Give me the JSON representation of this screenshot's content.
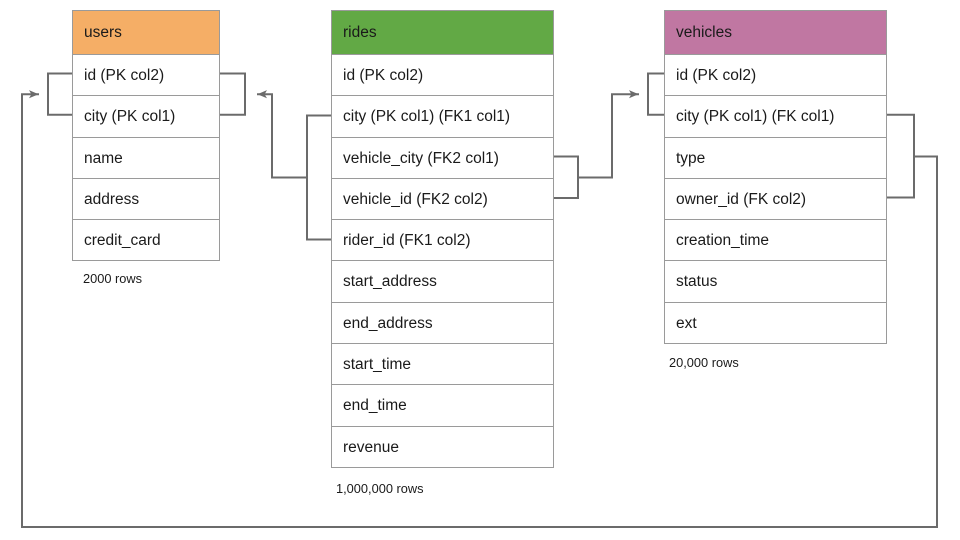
{
  "diagram": {
    "title": "ER schema: users / rides / vehicles",
    "background": "#ffffff",
    "line_color": "#6b6b6b",
    "border_color": "#9a9a9a"
  },
  "tables": [
    {
      "id": "users",
      "name": "users",
      "header_color": "#f5ae66",
      "rows_caption": "2000 rows",
      "columns": [
        "id (PK col2)",
        "city (PK col1)",
        "name",
        "address",
        "credit_card"
      ]
    },
    {
      "id": "rides",
      "name": "rides",
      "header_color": "#62a945",
      "rows_caption": "1,000,000 rows",
      "columns": [
        "id (PK col2)",
        "city (PK col1) (FK1 col1)",
        "vehicle_city (FK2 col1)",
        "vehicle_id (FK2 col2)",
        "rider_id (FK1 col2)",
        "start_address",
        "end_address",
        "start_time",
        "end_time",
        "revenue"
      ]
    },
    {
      "id": "vehicles",
      "name": "vehicles",
      "header_color": "#c077a2",
      "rows_caption": "20,000 rows",
      "columns": [
        "id (PK col2)",
        "city (PK col1) (FK col1)",
        "type",
        "owner_id (FK col2)",
        "creation_time",
        "status",
        "ext"
      ]
    }
  ],
  "relationships": [
    {
      "id": "fk1-rides-to-users",
      "from_table": "rides",
      "from_columns": [
        "city (PK col1) (FK1 col1)",
        "rider_id (FK1 col2)"
      ],
      "to_table": "users",
      "to_columns": [
        "id (PK col2)",
        "city (PK col1)"
      ],
      "arrow": "left"
    },
    {
      "id": "fk2-rides-to-vehicles",
      "from_table": "rides",
      "from_columns": [
        "vehicle_city (FK2 col1)",
        "vehicle_id (FK2 col2)"
      ],
      "to_table": "vehicles",
      "to_columns": [
        "id (PK col2)",
        "city (PK col1) (FK col1)"
      ],
      "arrow": "right"
    },
    {
      "id": "fk-vehicles-to-users",
      "from_table": "vehicles",
      "from_columns": [
        "city (PK col1) (FK col1)",
        "owner_id (FK col2)"
      ],
      "to_table": "users",
      "to_columns": [
        "id (PK col2)",
        "city (PK col1)"
      ],
      "arrow": "right"
    }
  ]
}
